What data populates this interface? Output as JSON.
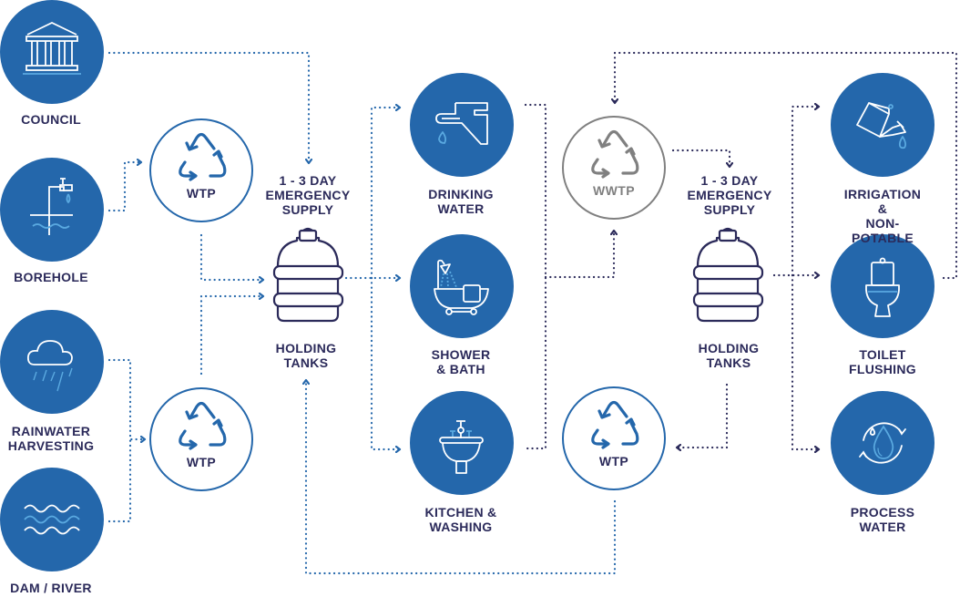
{
  "colors": {
    "primary_blue": "#2467ab",
    "light_blue": "#5aa9e0",
    "navy": "#2b2a5a",
    "grey": "#808080",
    "white": "#ffffff"
  },
  "sources": [
    {
      "id": "council",
      "label": "COUNCIL",
      "icon": "building-columns-icon"
    },
    {
      "id": "borehole",
      "label": "BOREHOLE",
      "icon": "borehole-tap-icon"
    },
    {
      "id": "rainwater",
      "label": "RAINWATER\nHARVESTING",
      "icon": "rain-cloud-icon"
    },
    {
      "id": "dam",
      "label": "DAM / RIVER",
      "icon": "water-waves-icon"
    }
  ],
  "treatment": {
    "wtp_top": {
      "label": "WTP",
      "icon": "recycle-icon"
    },
    "wtp_bottom": {
      "label": "WTP",
      "icon": "recycle-icon"
    },
    "wwtp": {
      "label": "WWTP",
      "icon": "recycle-icon"
    },
    "wtp_return": {
      "label": "WTP",
      "icon": "recycle-icon"
    }
  },
  "storage": {
    "potable": {
      "top_label": "1 - 3 DAY\nEMERGENCY\nSUPPLY",
      "bottom_label": "HOLDING\nTANKS",
      "icon": "water-jug-icon"
    },
    "nonpotable": {
      "top_label": "1 - 3 DAY\nEMERGENCY\nSUPPLY",
      "bottom_label": "HOLDING\nTANKS",
      "icon": "water-jug-icon"
    }
  },
  "uses_potable": [
    {
      "id": "drinking",
      "label": "DRINKING\nWATER",
      "icon": "faucet-icon"
    },
    {
      "id": "shower",
      "label": "SHOWER\n& BATH",
      "icon": "bathtub-shower-icon"
    },
    {
      "id": "kitchen",
      "label": "KITCHEN &\nWASHING",
      "icon": "sink-icon"
    }
  ],
  "uses_nonpotable": [
    {
      "id": "irrigation",
      "label": "IRRIGATION &\nNON-POTABLE",
      "icon": "watering-can-icon"
    },
    {
      "id": "toilet",
      "label": "TOILET\nFLUSHING",
      "icon": "toilet-icon"
    },
    {
      "id": "process",
      "label": "PROCESS\nWATER",
      "icon": "water-cycle-icon"
    }
  ]
}
